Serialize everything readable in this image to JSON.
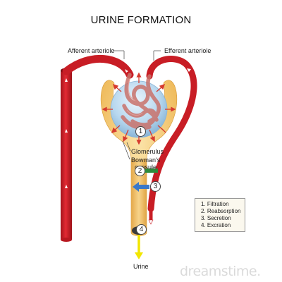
{
  "title": "URINE FORMATION",
  "labels": {
    "afferent": "Afferent arteriole",
    "efferent": "Efferent arteriole",
    "glomerulus": "Glomerulus",
    "capsule_line1": "Bowman's",
    "capsule_line2": "capsule",
    "urine": "Urine"
  },
  "steps": [
    {
      "number": "1",
      "legend": "1. Filtration"
    },
    {
      "number": "2",
      "legend": "2. Reabsorption"
    },
    {
      "number": "3",
      "legend": "3. Secretion"
    },
    {
      "number": "4",
      "legend": "4. Excration"
    }
  ],
  "watermark": "dreamstime.",
  "colors": {
    "vessel": "#d3202a",
    "tubule": "#f2c36b",
    "glomerulus_ball": "#b7d7ee",
    "reabsorption": "#2e8b3a",
    "secretion": "#3a78c9",
    "excretion": "#f2e600"
  }
}
